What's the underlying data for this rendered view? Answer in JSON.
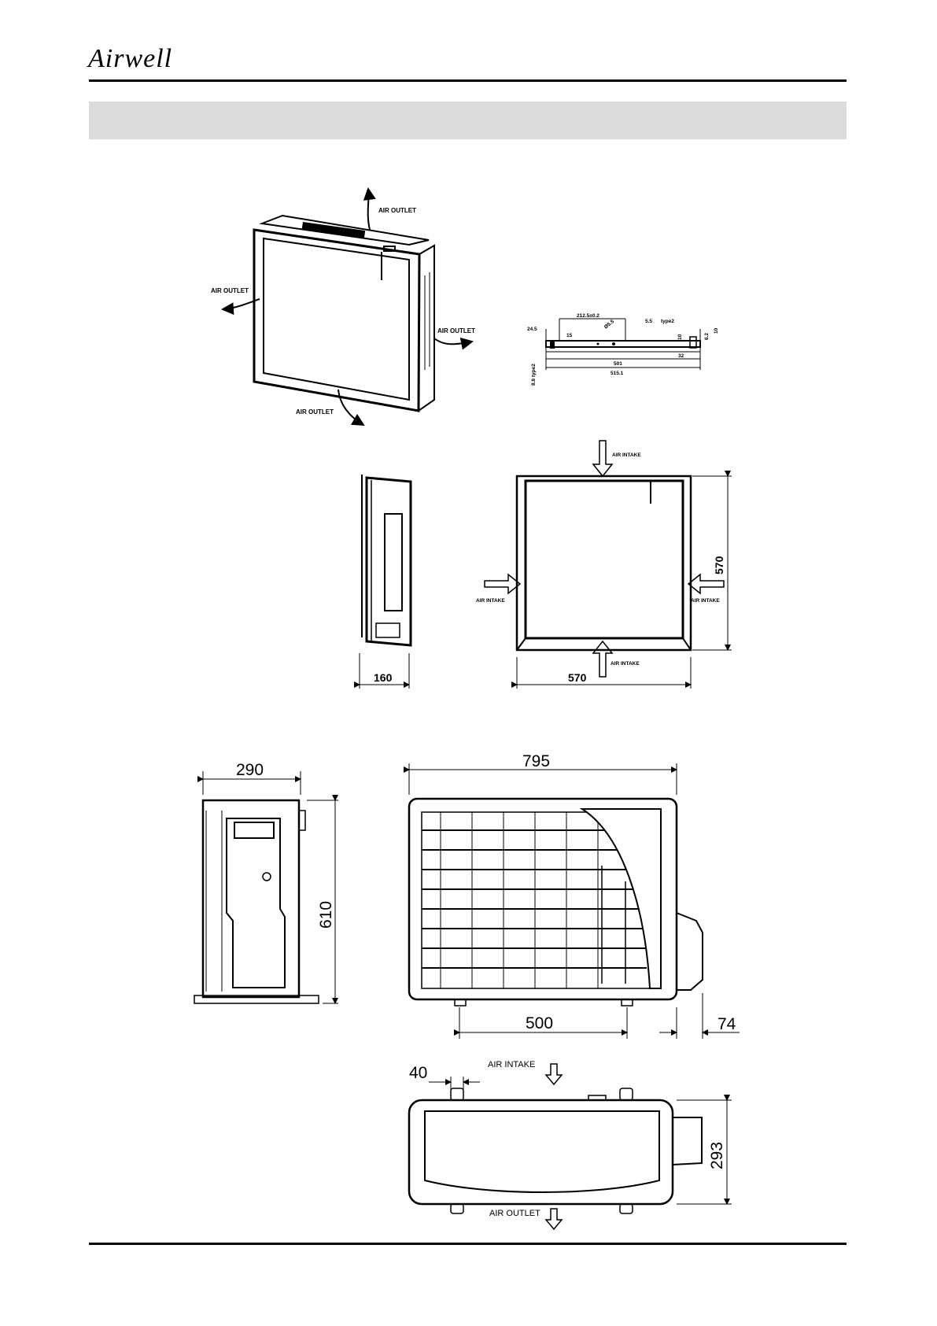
{
  "header": {
    "logo_text": "Airwell"
  },
  "indoor": {
    "labels": {
      "air_outlet": "AIR OUTLET",
      "air_intake": "AIR INTAKE"
    },
    "dims": {
      "depth": "160",
      "width": "570",
      "height": "570"
    },
    "bracket": {
      "d_212": "212.5±0.2",
      "d_55": "5.5",
      "d_55_note": "type2",
      "d_245": "24.5",
      "d_15": "15",
      "d_hole": "Ø5.5",
      "d_10a": "10",
      "d_10b": "10",
      "d_62": "6.2",
      "d_32": "32",
      "d_88": "8.8 type2",
      "d_501": "501",
      "d_515": "515.1"
    }
  },
  "outdoor": {
    "labels": {
      "air_intake": "AIR INTAKE",
      "air_outlet": "AIR OUTLET"
    },
    "dims": {
      "depth": "290",
      "height": "610",
      "width": "795",
      "feet": "500",
      "side": "74",
      "foot_width": "40",
      "top_depth": "293"
    }
  }
}
